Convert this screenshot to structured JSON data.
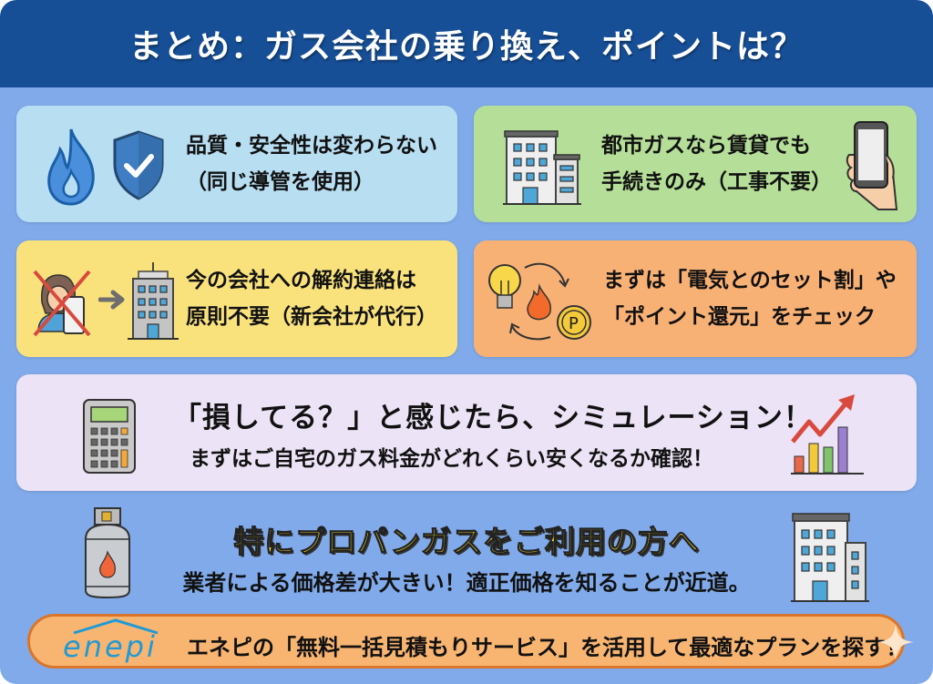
{
  "header": {
    "title": "まとめ：ガス会社の乗り換え、ポイントは？"
  },
  "cards": [
    {
      "line1": "品質・安全性は変わらない",
      "line2": "（同じ導管を使用）",
      "icons": [
        "flame-icon",
        "shield-check-icon"
      ],
      "bg": "#b8def2"
    },
    {
      "line1": "都市ガスなら賃貸でも",
      "line2": "手続きのみ（工事不要）",
      "icons": [
        "building-icon",
        "smartphone-hand-icon"
      ],
      "bg": "#b5df98"
    },
    {
      "line1": "今の会社への解約連絡は",
      "line2": "原則不要（新会社が代行）",
      "icons": [
        "person-phone-crossed-icon",
        "arrow-right-icon",
        "office-building-icon"
      ],
      "bg": "#f9e27c"
    },
    {
      "line1": "まずは「電気とのセット割」や",
      "line2": "「ポイント還元」をチェック",
      "icons": [
        "lightbulb-icon",
        "flame-icon",
        "point-coin-icon",
        "cycle-arrows-icon"
      ],
      "bg": "#f8b175"
    }
  ],
  "simulation": {
    "title": "「損してる？」と感じたら、シミュレーション！",
    "subtitle": "まずはご自宅のガス料金がどれくらい安くなるか確認！",
    "icons": [
      "calculator-icon",
      "growth-chart-icon"
    ],
    "bg": "#ece3f6"
  },
  "propane": {
    "title": "特にプロパンガスをご利用の方へ",
    "subtitle": "業者による価格差が大きい！適正価格を知ることが近道。",
    "icons": [
      "propane-tank-icon",
      "building-icon"
    ]
  },
  "cta": {
    "logo": "enepi",
    "text": "エネピの「無料一括見積もりサービス」を活用して最適なプランを探す！",
    "icon": "sparkle-icon"
  },
  "colors": {
    "header_bg": "#164f96",
    "page_bg": "#80aaea",
    "cta_bg": "#f8b571",
    "cta_border": "#d9762b",
    "propane_title": "#ffe82a",
    "logo": "#1f9ad6"
  }
}
